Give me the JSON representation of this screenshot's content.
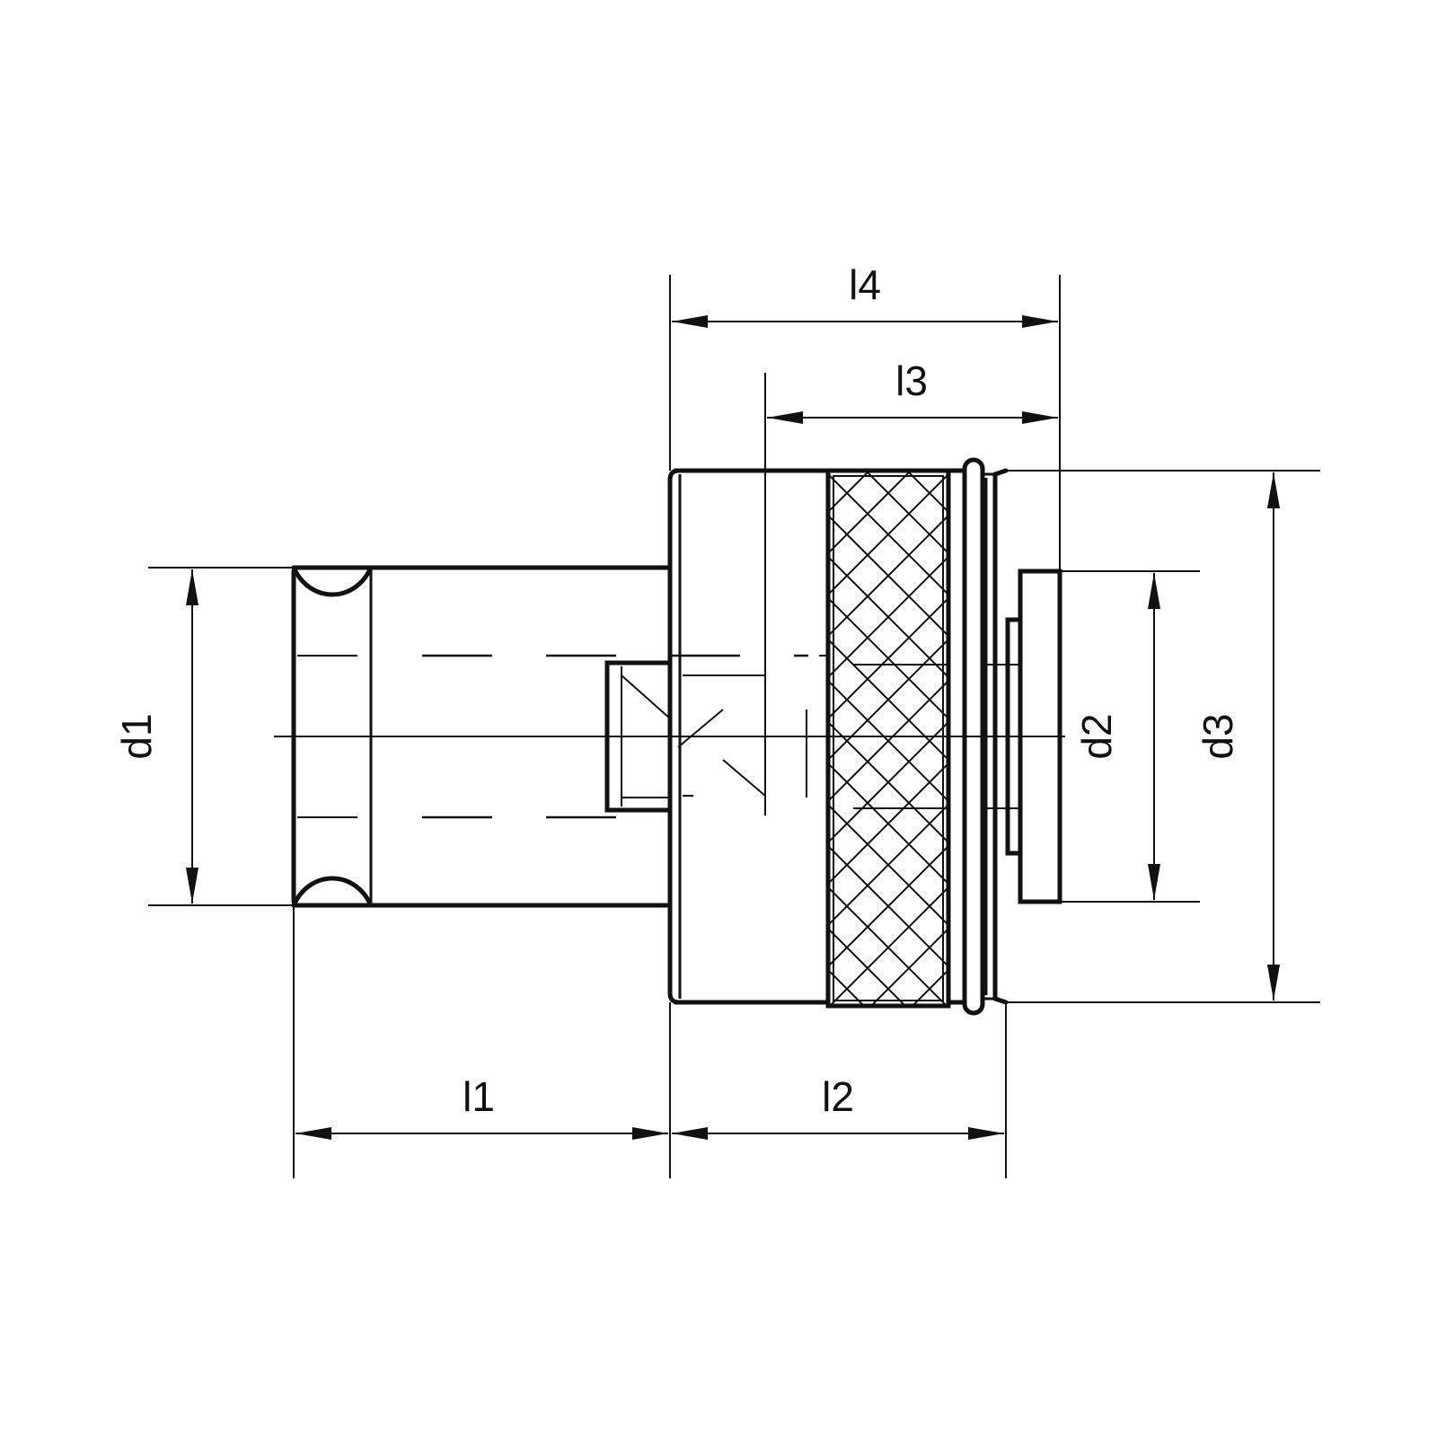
{
  "dimensions": {
    "l1": "l1",
    "l2": "l2",
    "l3": "l3",
    "l4": "l4",
    "d1": "d1",
    "d2": "d2",
    "d3": "d3"
  },
  "colors": {
    "line": "#111111",
    "background": "#ffffff"
  }
}
